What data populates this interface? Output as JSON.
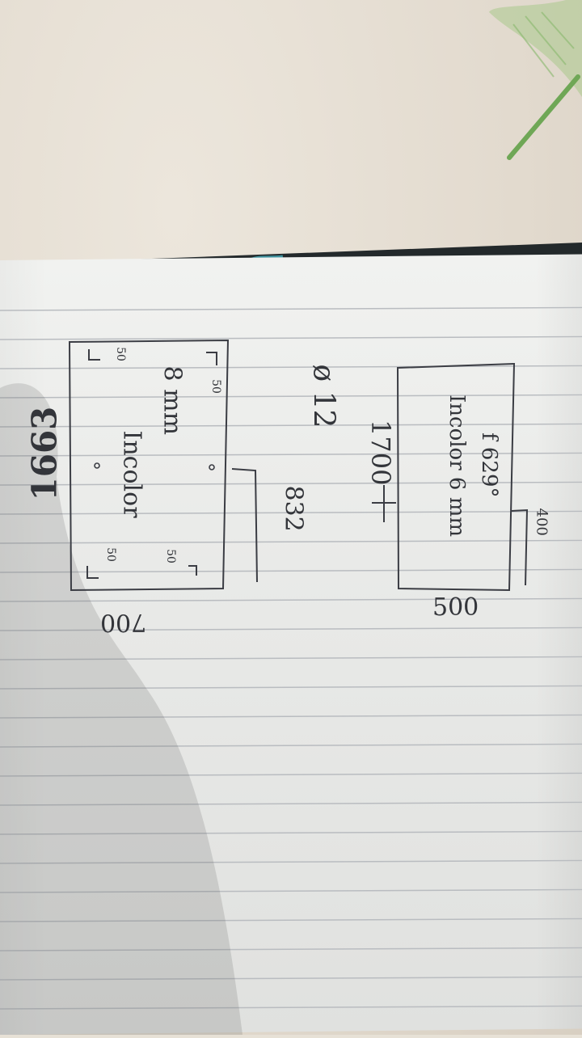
{
  "note": {
    "total": "1663",
    "panel_top": {
      "label": "Incolor",
      "size": "8 mm",
      "width": "700",
      "height": "832",
      "edge_a": "50",
      "edge_b": "50",
      "edge_c": "50",
      "edge_d": "50"
    },
    "symbol": "ø 12",
    "spacing": "1700",
    "panel_bottom": {
      "label": "Incolor 6 mm",
      "angle": "f 629°",
      "width": "500",
      "height": "400"
    }
  }
}
